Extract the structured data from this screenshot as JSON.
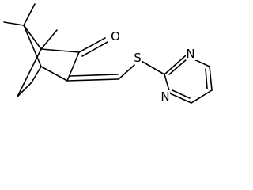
{
  "molecule": {
    "atoms": {
      "oxygen": "O",
      "sulfur": "S",
      "nitrogen_top": "N",
      "nitrogen_bottom": "N"
    }
  },
  "colors": {
    "bond": "#000000",
    "label": "#000000",
    "background": "#ffffff"
  }
}
